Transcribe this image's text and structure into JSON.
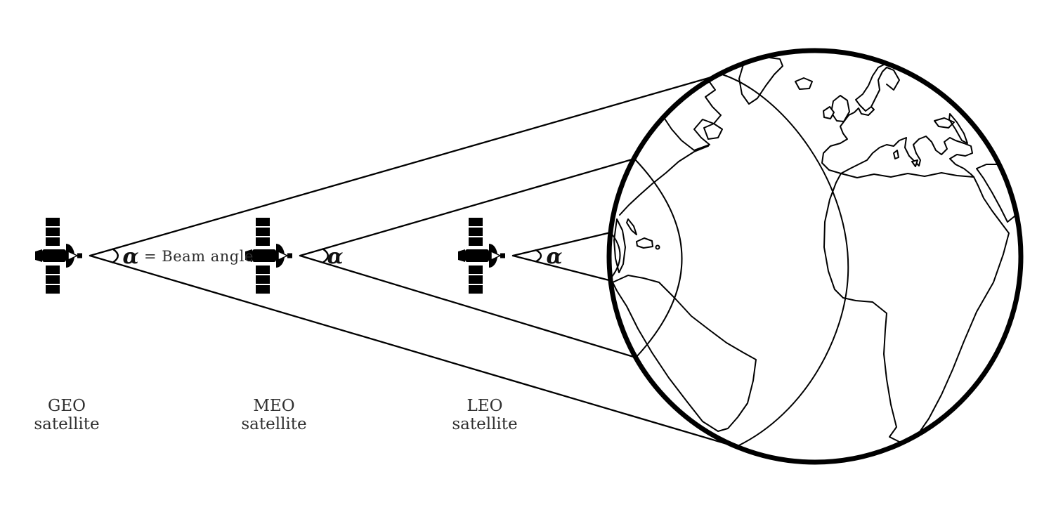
{
  "figure": {
    "beam": {
      "alpha_symbol": "α",
      "definition_text": "= Beam angle"
    },
    "satellites": [
      {
        "id": "geo",
        "name": "GEO",
        "type_label": "satellite"
      },
      {
        "id": "meo",
        "name": "MEO",
        "type_label": "satellite"
      },
      {
        "id": "leo",
        "name": "LEO",
        "type_label": "satellite"
      }
    ],
    "colors": {
      "stroke": "#000000",
      "text": "#2f2f2f",
      "alpha": "#111111",
      "background": "#ffffff"
    }
  }
}
